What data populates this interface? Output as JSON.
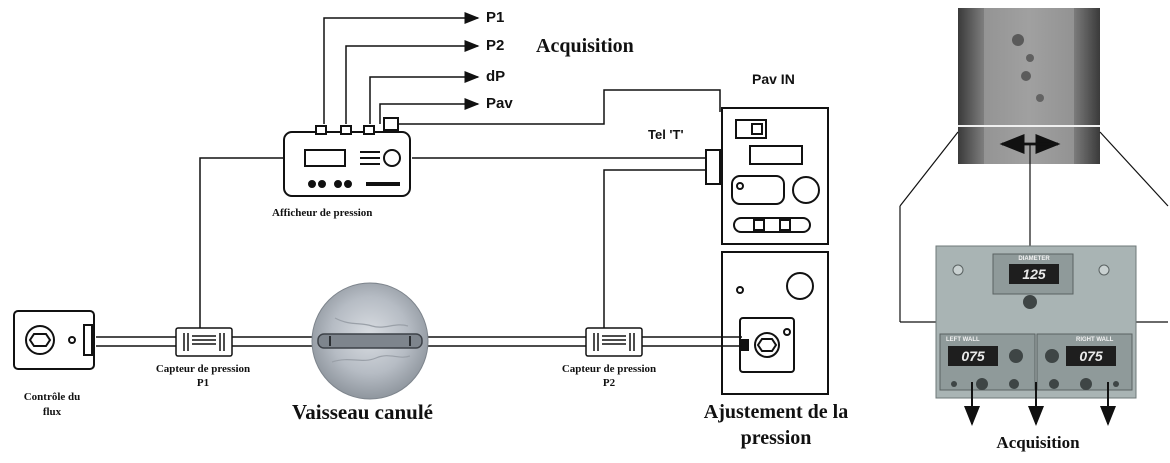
{
  "signals": {
    "p1": "P1",
    "p2": "P2",
    "dp": "dP",
    "pav": "Pav"
  },
  "labels": {
    "acquisition_top": "Acquisition",
    "pav_in": "Pav IN",
    "tel_t": "Tel 'T'",
    "afficheur": "Afficheur de pression",
    "capteur_p1_line1": "Capteur de pression",
    "capteur_p1_line2": "P1",
    "capteur_p2_line1": "Capteur de pression",
    "capteur_p2_line2": "P2",
    "controle_line1": "Contrôle du",
    "controle_line2": "flux",
    "vaisseau": "Vaisseau canulé",
    "ajustement_line1": "Ajustement de la",
    "ajustement_line2": "pression",
    "acquisition_right": "Acquisition"
  },
  "panel": {
    "diameter_title": "DIAMETER",
    "diameter_value": "125",
    "left_wall_title": "LEFT WALL",
    "left_wall_value": "075",
    "right_wall_title": "RIGHT WALL",
    "right_wall_value": "075"
  },
  "colors": {
    "line": "#111111",
    "panel_bg": "#a9b4b4",
    "lcd_bg": "#1e1e1e",
    "lcd_text": "#e8e8e8"
  }
}
